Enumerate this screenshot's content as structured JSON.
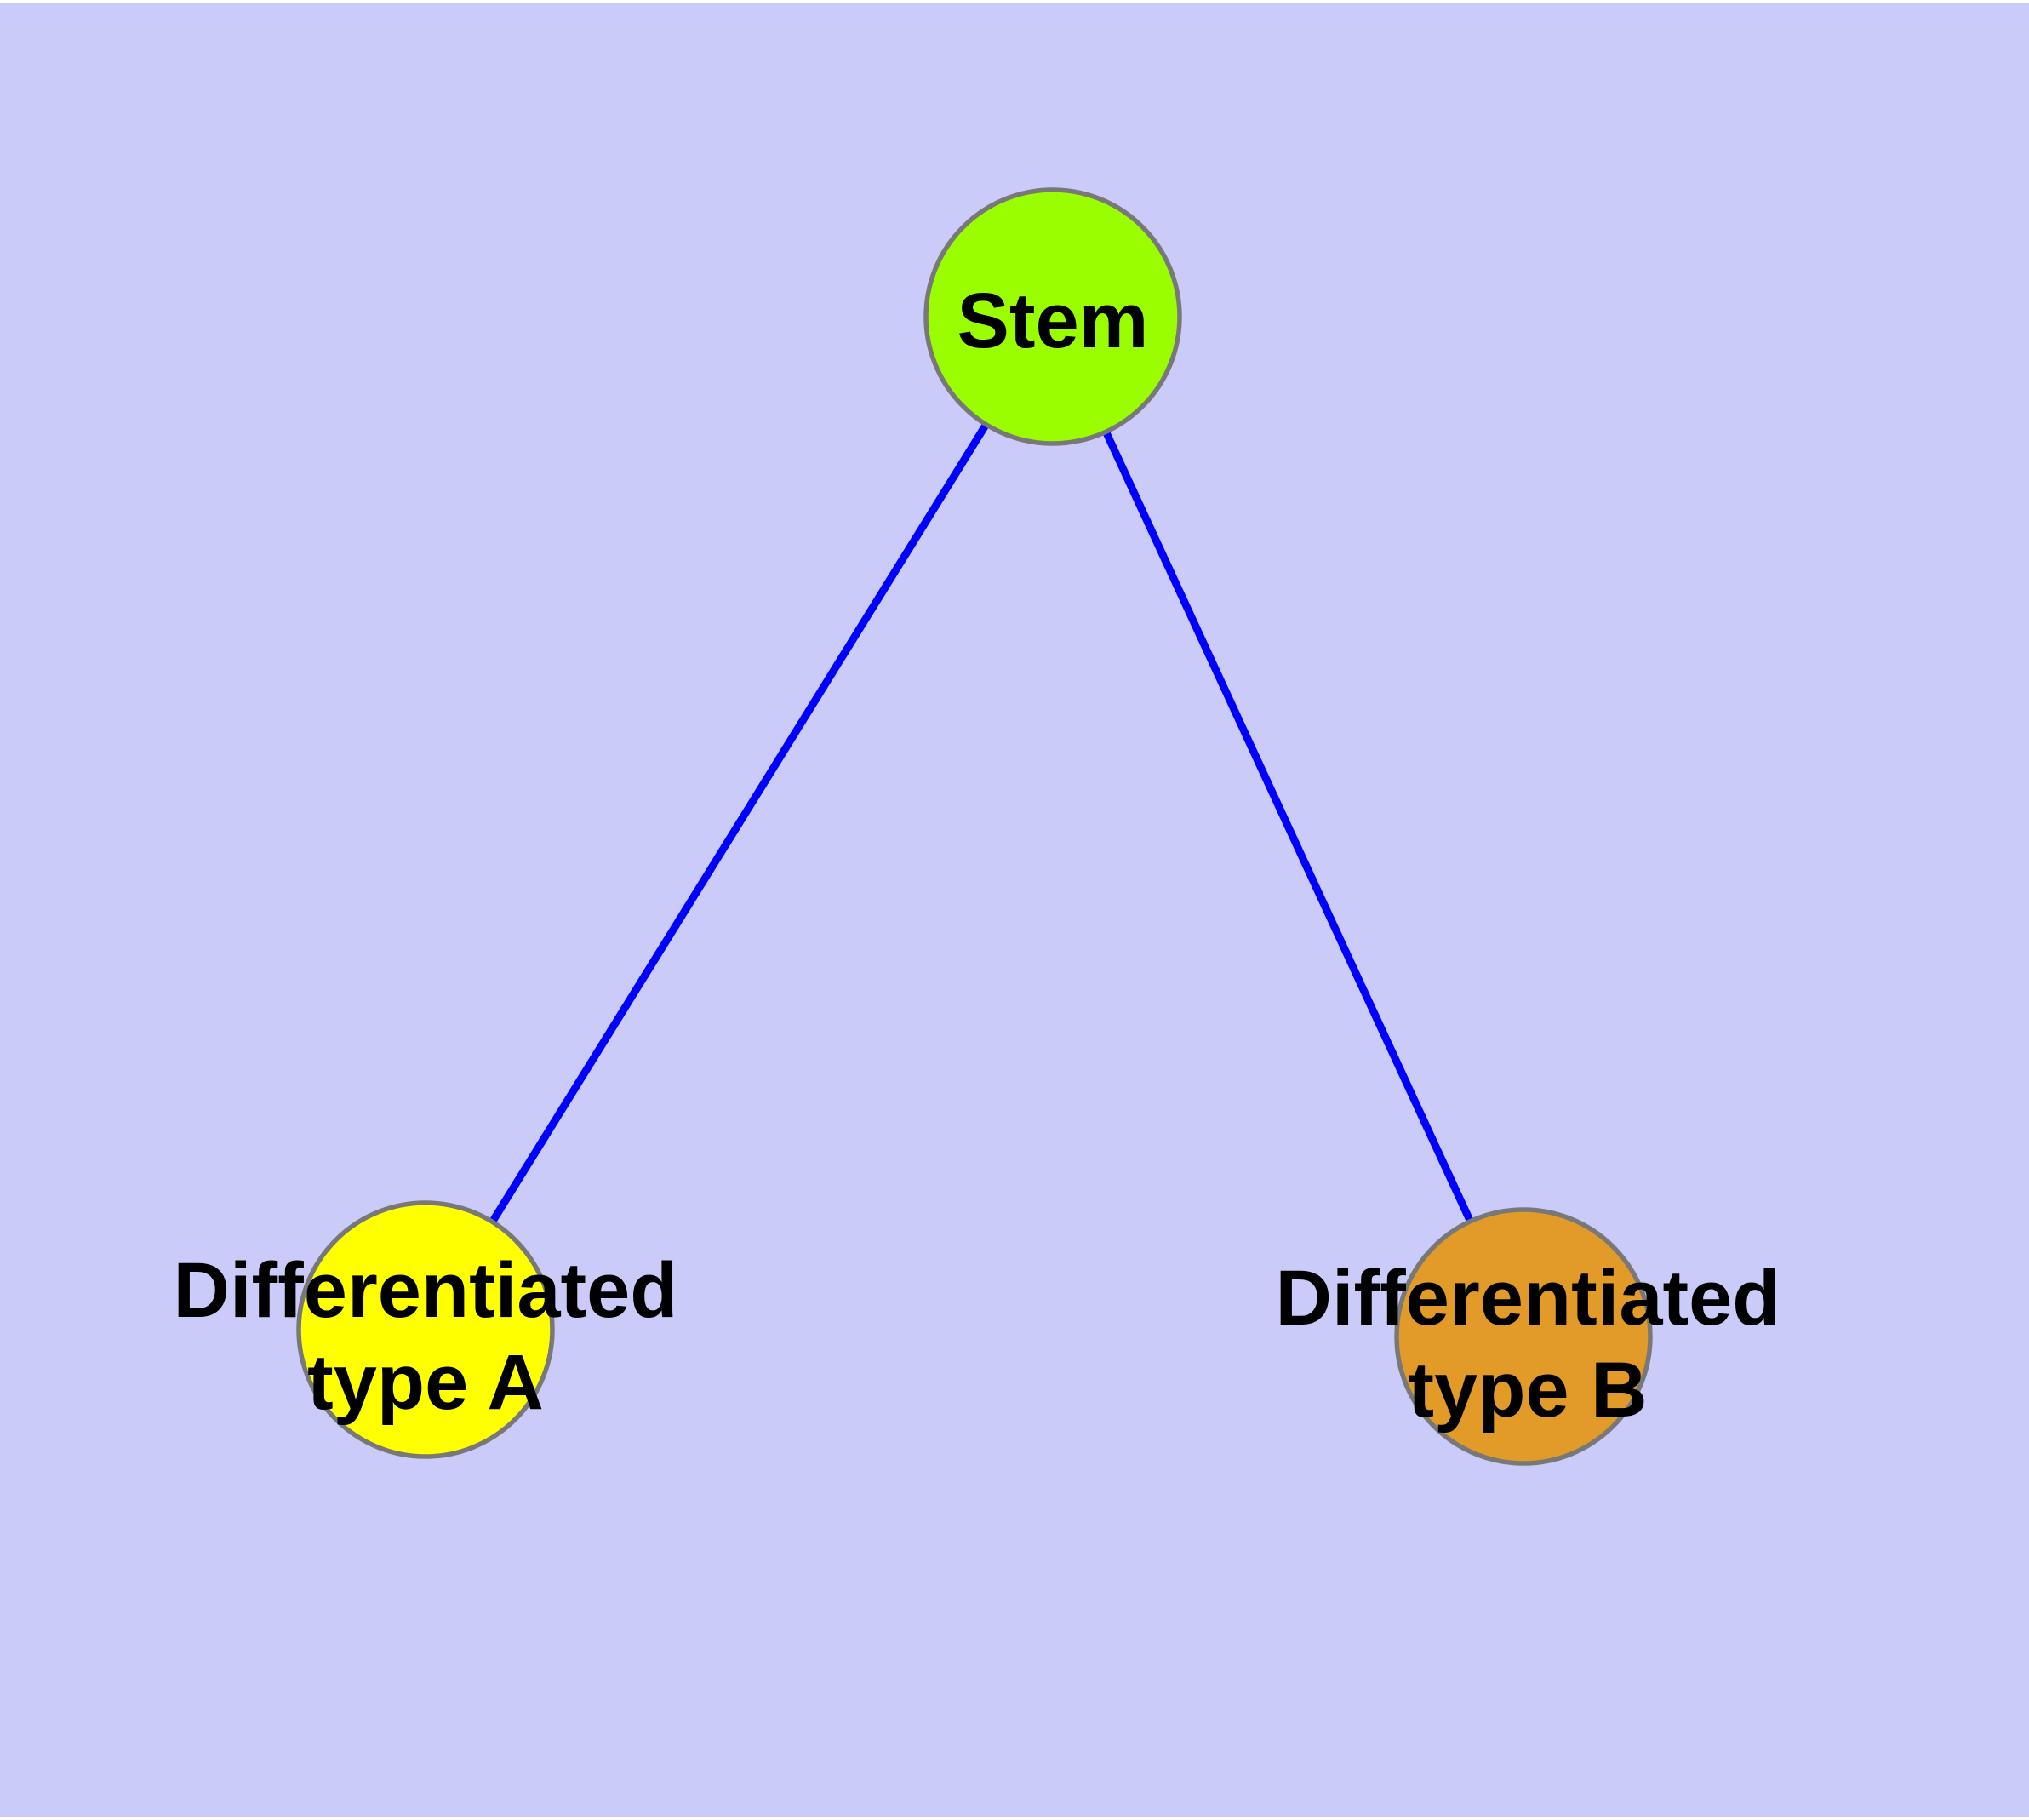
{
  "diagram": {
    "type": "graph",
    "description": "Stem cell differentiation tree with one root node and two child nodes",
    "background_color": "#cbcbfa",
    "edge_color": "#0000ff",
    "node_border_color": "#787878",
    "label_color": "#000000",
    "nodes": [
      {
        "id": "stem",
        "label": "Stem",
        "fill": "#9bfe00"
      },
      {
        "id": "differentiated-type-a",
        "label": "Differentiated type A",
        "label_line1": "Differentiated",
        "label_line2": "type A",
        "fill": "#ffff00"
      },
      {
        "id": "differentiated-type-b",
        "label": "Differentiated type B",
        "label_line1": "Differentiated",
        "label_line2": "type B",
        "fill": "#e29a28"
      }
    ],
    "edges": [
      {
        "from": "Stem",
        "to": "Differentiated type A"
      },
      {
        "from": "Stem",
        "to": "Differentiated type B"
      }
    ]
  }
}
